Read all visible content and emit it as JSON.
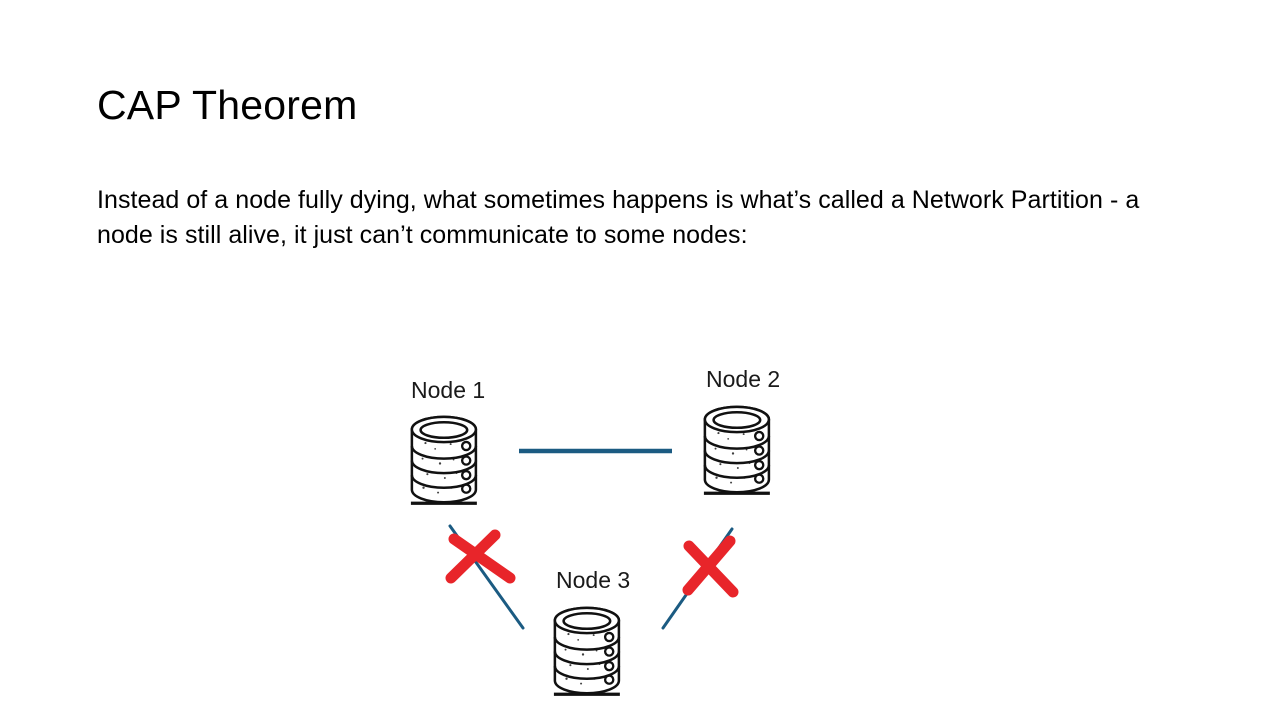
{
  "slide": {
    "title": "CAP Theorem",
    "body": "Instead of a node fully dying, what sometimes happens is what’s called a Network Partition - a node is still alive, it just can’t communicate to some nodes:"
  },
  "diagram": {
    "nodes": [
      {
        "id": "node-1",
        "label": "Node 1",
        "icon": "database-stack-icon"
      },
      {
        "id": "node-2",
        "label": "Node 2",
        "icon": "database-stack-icon"
      },
      {
        "id": "node-3",
        "label": "Node 3",
        "icon": "database-stack-icon"
      }
    ],
    "links": [
      {
        "id": "link-node1-node2",
        "from": "Node 1",
        "to": "Node 2",
        "state": "connected"
      },
      {
        "id": "link-node1-node3",
        "from": "Node 1",
        "to": "Node 3",
        "state": "broken"
      },
      {
        "id": "link-node2-node3",
        "from": "Node 2",
        "to": "Node 3",
        "state": "broken"
      }
    ],
    "break_markers": [
      {
        "id": "break-left",
        "on": "link-node1-node3",
        "symbol": "red-x"
      },
      {
        "id": "break-right",
        "on": "link-node2-node3",
        "symbol": "red-x"
      }
    ]
  },
  "colors": {
    "link": "#1b5b82",
    "break": "#e8252a",
    "text": "#000000",
    "icon_stroke": "#111111",
    "background": "#ffffff"
  }
}
